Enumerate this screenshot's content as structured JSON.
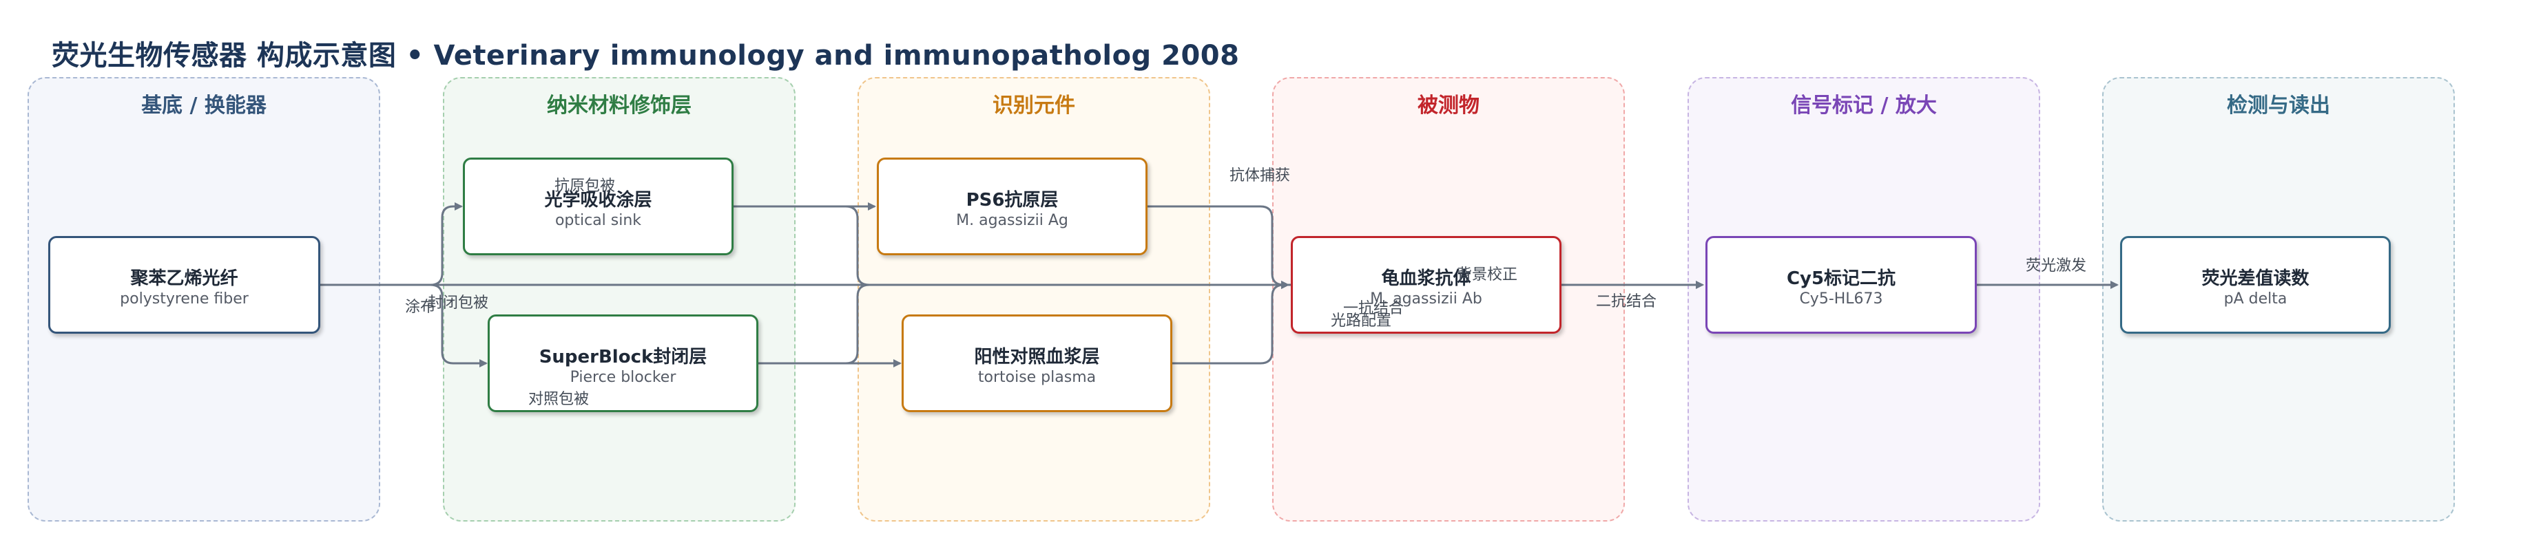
{
  "title": {
    "main": "荧光生物传感器 构成示意图",
    "separator": "•",
    "subtitle": "Veterinary immunology and immunopatholog 2008"
  },
  "columns": [
    {
      "id": "substrate",
      "label": "基底 / 换能器",
      "border": "#a9b8d3",
      "bg": "#f4f6fb",
      "color": "#34557a"
    },
    {
      "id": "nano",
      "label": "纳米材料修饰层",
      "border": "#a5cfae",
      "bg": "#f2f8f3",
      "color": "#2f7d44"
    },
    {
      "id": "recog",
      "label": "识别元件",
      "border": "#f0c58b",
      "bg": "#fffaf1",
      "color": "#c77a12"
    },
    {
      "id": "analyte",
      "label": "被测物",
      "border": "#f0a8a8",
      "bg": "#fff5f4",
      "color": "#c2252b"
    },
    {
      "id": "signal",
      "label": "信号标记 / 放大",
      "border": "#c7b5e3",
      "bg": "#f8f5fc",
      "color": "#7a46b6"
    },
    {
      "id": "readout",
      "label": "检测与读出",
      "border": "#a9c3cf",
      "bg": "#f4f8f9",
      "color": "#356a86"
    }
  ],
  "nodes": [
    {
      "id": "fiber",
      "main": "聚苯乙烯光纤",
      "sub": "polystyrene fiber",
      "border": "#34557a"
    },
    {
      "id": "sink",
      "main": "光学吸收涂层",
      "sub": "optical sink",
      "border": "#2f7d44"
    },
    {
      "id": "blocker",
      "main": "SuperBlock封闭层",
      "sub": "Pierce blocker",
      "border": "#2f7d44"
    },
    {
      "id": "ps6",
      "main": "PS6抗原层",
      "sub": "M. agassizii Ag",
      "border": "#c77a12"
    },
    {
      "id": "plasma",
      "main": "阳性对照血浆层",
      "sub": "tortoise plasma",
      "border": "#c77a12"
    },
    {
      "id": "ab",
      "main": "龟血浆抗体",
      "sub": "M. agassizii Ab",
      "border": "#c2252b"
    },
    {
      "id": "cy5",
      "main": "Cy5标记二抗",
      "sub": "Cy5-HL673",
      "border": "#7a46b6"
    },
    {
      "id": "pa",
      "main": "荧光差值读数",
      "sub": "pA delta",
      "border": "#356a86"
    }
  ],
  "edge_labels": {
    "coat": "涂布",
    "block_coat": "封闭包被",
    "antigen_coat": "抗原包被",
    "control_coat": "对照包被",
    "capture": "抗体捕获",
    "background": "背景校正",
    "path_config": "光路配置",
    "secondary_bind": "一抗结合",
    "secondary_bind2": "二抗结合",
    "excitation": "荧光激发"
  },
  "colors": {
    "edge": "#6b7686",
    "title": "#1d3557"
  }
}
